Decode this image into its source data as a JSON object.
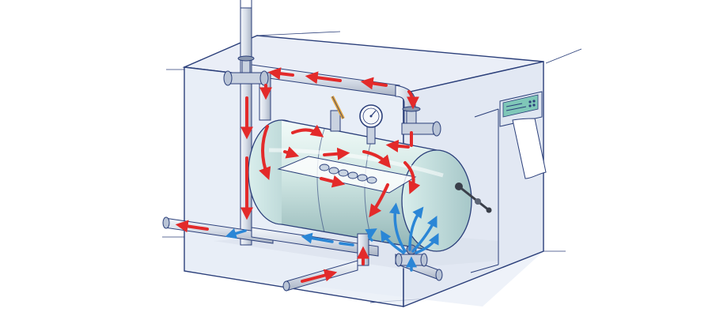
{
  "diagram": {
    "kind": "horizontal tank heat exchanger inside insulated enclosure",
    "colors": {
      "enclosure_fill": "#e9eef7",
      "enclosure_stroke": "#2b3f7a",
      "tank_light": "#eef8f6",
      "tank_mid": "#c3dedd",
      "tank_dark": "#8fb4b6",
      "pipe_fill": "#dfe6ee",
      "hot_flow": "#e32a2a",
      "cold_flow": "#2a86d6",
      "panel_green": "#7fc7b8",
      "paper": "#ffffff"
    },
    "components": {
      "enclosure": "insulated-cabinet",
      "tank": "pressure-vessel",
      "heating_element": "heating-coil-bundle",
      "gauge": "pressure-gauge",
      "valves": [
        "valve-left-top",
        "valve-right-top",
        "valve-bottom"
      ],
      "control_panel": "control-panel-with-printout",
      "handle": "drain-handle"
    },
    "flows": {
      "hot": "hot-flow-arrows",
      "cold": "cold-flow-arrows"
    }
  }
}
